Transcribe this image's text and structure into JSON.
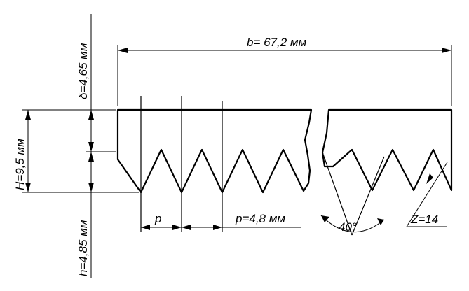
{
  "dimensions": {
    "belt_width_label": "b= 67,2 мм",
    "total_height_label": "H=9,5 мм",
    "top_layer_label": "δ=4,65 мм",
    "rib_height_label": "h=4,85 мм",
    "pitch_short_label": "p",
    "pitch_label": "p=4,8 мм",
    "angle_label": "40°",
    "rib_count_label": "Z=14"
  }
}
